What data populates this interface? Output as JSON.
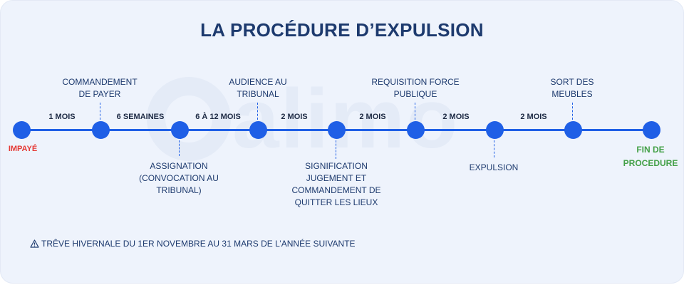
{
  "title": "LA PROCÉDURE D’EXPULSION",
  "watermark": "alimo",
  "steps": {
    "impaye": "IMPAYÉ",
    "commandement": "COMMANDEMENT\nDE PAYER",
    "assignation": "ASSIGNATION\n(CONVOCATION AU\nTRIBUNAL)",
    "audience": "AUDIENCE AU\nTRIBUNAL",
    "signification": "SIGNIFICATION\nJUGEMENT ET\nCOMMANDEMENT DE\nQUITTER LES LIEUX",
    "requisition": "REQUISITION FORCE\nPUBLIQUE",
    "expulsion": "EXPULSION",
    "sort_meubles": "SORT DES\nMEUBLES",
    "fin": "FIN DE\nPROCEDURE"
  },
  "durations": [
    "1 MOIS",
    "6 SEMAINES",
    "6 À 12  MOIS",
    "2 MOIS",
    "2 MOIS",
    "2 MOIS",
    "2 MOIS"
  ],
  "note": "TRÊVE HIVERNALE DU 1ER NOVEMBRE AU 31 MARS DE L’ANNÉE SUIVANTE",
  "colors": {
    "accent": "#1f5fe6",
    "title": "#1d3a6e",
    "start": "#e53935",
    "end": "#43a047"
  }
}
